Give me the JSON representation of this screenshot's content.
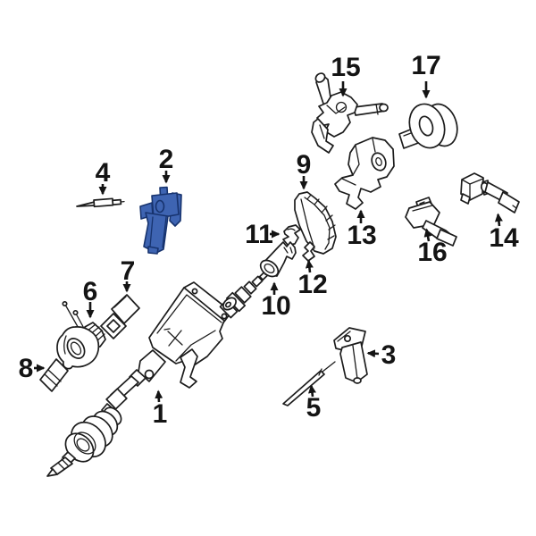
{
  "diagram": {
    "background_color": "#ffffff",
    "line_color": "#1c1c1c",
    "highlight_fill": "#3e64b2",
    "highlight_stroke": "#17336e",
    "highlighted_callout": "2",
    "callouts": [
      {
        "label": "1"
      },
      {
        "label": "2"
      },
      {
        "label": "3"
      },
      {
        "label": "4"
      },
      {
        "label": "5"
      },
      {
        "label": "6"
      },
      {
        "label": "7"
      },
      {
        "label": "8"
      },
      {
        "label": "9"
      },
      {
        "label": "10"
      },
      {
        "label": "11"
      },
      {
        "label": "12"
      },
      {
        "label": "13"
      },
      {
        "label": "14"
      },
      {
        "label": "15"
      },
      {
        "label": "16"
      },
      {
        "label": "17"
      }
    ]
  }
}
